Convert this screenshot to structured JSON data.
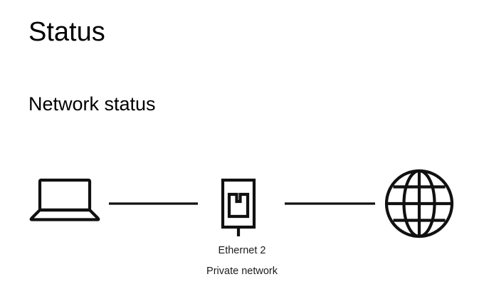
{
  "page": {
    "title": "Status",
    "section_heading": "Network status",
    "background_color": "#ffffff",
    "text_color": "#000000",
    "stroke_color": "#111111"
  },
  "network_diagram": {
    "nodes": [
      {
        "id": "device",
        "icon": "laptop-icon",
        "label": "",
        "sublabel": ""
      },
      {
        "id": "adapter",
        "icon": "ethernet-port-icon",
        "label": "Ethernet 2",
        "sublabel": "Private network"
      },
      {
        "id": "internet",
        "icon": "globe-icon",
        "label": "",
        "sublabel": ""
      }
    ],
    "connections": [
      {
        "from": "device",
        "to": "adapter",
        "style": "solid"
      },
      {
        "from": "adapter",
        "to": "internet",
        "style": "solid"
      }
    ]
  }
}
